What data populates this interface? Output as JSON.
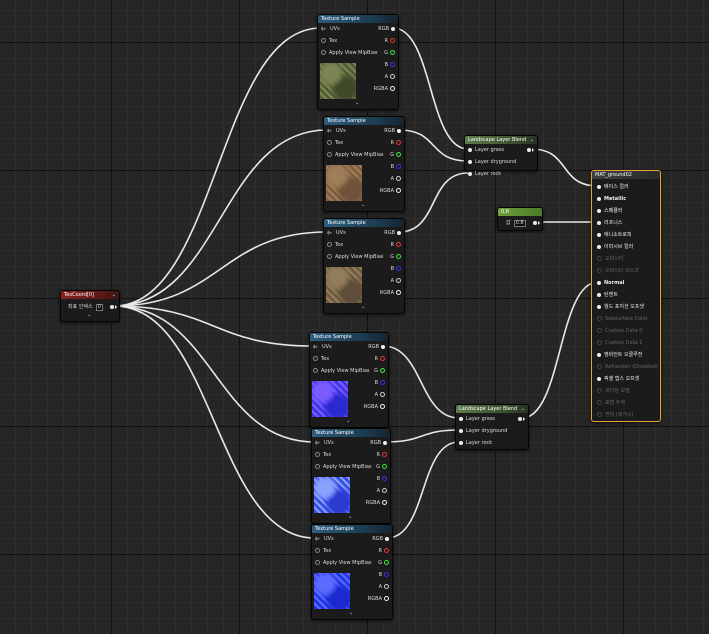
{
  "texture_samples": [
    {
      "title": "Texture Sample",
      "pins_in": [
        "UVs",
        "Tex",
        "Apply View MipBias"
      ],
      "pins_out": [
        "RGB",
        "R",
        "G",
        "B",
        "A",
        "RGBA"
      ],
      "thumb": "moss-rock",
      "colors": [
        "#5c6a3e",
        "#7c8451",
        "#3f4a2b"
      ]
    },
    {
      "title": "Texture Sample",
      "pins_in": [
        "UVs",
        "Tex",
        "Apply View MipBias"
      ],
      "pins_out": [
        "RGB",
        "R",
        "G",
        "B",
        "A",
        "RGBA"
      ],
      "thumb": "dirt-brown",
      "colors": [
        "#8a6a46",
        "#9e7e58",
        "#6e523a"
      ]
    },
    {
      "title": "Texture Sample",
      "pins_in": [
        "UVs",
        "Tex",
        "Apply View MipBias"
      ],
      "pins_out": [
        "RGB",
        "R",
        "G",
        "B",
        "A",
        "RGBA"
      ],
      "thumb": "rock-gravel",
      "colors": [
        "#7a6648",
        "#937c5c",
        "#5e4d38"
      ]
    },
    {
      "title": "Texture Sample",
      "pins_in": [
        "UVs",
        "Tex",
        "Apply View MipBias"
      ],
      "pins_out": [
        "RGB",
        "R",
        "G",
        "B",
        "A",
        "RGBA"
      ],
      "thumb": "normal-map",
      "colors": [
        "#4a3cf0",
        "#7a5cff",
        "#2a2ad0"
      ]
    },
    {
      "title": "Texture Sample",
      "pins_in": [
        "UVs",
        "Tex",
        "Apply View MipBias"
      ],
      "pins_out": [
        "RGB",
        "R",
        "G",
        "B",
        "A",
        "RGBA"
      ],
      "thumb": "normal-map",
      "colors": [
        "#3a5cf0",
        "#8aa0ff",
        "#2a3ad0"
      ]
    },
    {
      "title": "Texture Sample",
      "pins_in": [
        "UVs",
        "Tex",
        "Apply View MipBias"
      ],
      "pins_out": [
        "RGB",
        "R",
        "G",
        "B",
        "A",
        "RGBA"
      ],
      "thumb": "normal-map",
      "colors": [
        "#2a3cf0",
        "#5a6cff",
        "#1a2ad0"
      ]
    }
  ],
  "blends": [
    {
      "title": "Landscape Layer Blend",
      "pins": [
        "Layer grass",
        "Layer dryground",
        "Layer rock"
      ]
    },
    {
      "title": "Landscape Layer Blend",
      "pins": [
        "Layer grass",
        "Layer dryground",
        "Layer rock"
      ]
    }
  ],
  "texcoord": {
    "title": "TexCoord[0]",
    "label": "좌표 인덱스",
    "value": "0"
  },
  "scalar": {
    "title": "0.8",
    "label": "값",
    "value": "0.8"
  },
  "material": {
    "title": "MAT_ground02",
    "pins": [
      {
        "label": "베이스 컬러",
        "on": true
      },
      {
        "label": "Metallic",
        "on": true
      },
      {
        "label": "스페큘러",
        "on": true
      },
      {
        "label": "러프니스",
        "on": true
      },
      {
        "label": "애니소트로피",
        "on": true
      },
      {
        "label": "이미시브 컬러",
        "on": true
      },
      {
        "label": "오파시티",
        "on": false
      },
      {
        "label": "오파시티 마스크",
        "on": false
      },
      {
        "label": "Normal",
        "on": true
      },
      {
        "label": "탄젠트",
        "on": true
      },
      {
        "label": "월드 포지션 오프셋",
        "on": true
      },
      {
        "label": "Subsurface Color",
        "on": false
      },
      {
        "label": "Custom Data 0",
        "on": false
      },
      {
        "label": "Custom Data 1",
        "on": false
      },
      {
        "label": "앰비언트 오클루전",
        "on": true
      },
      {
        "label": "Refraction (Disabled)",
        "on": false
      },
      {
        "label": "픽셀 뎁스 오프셋",
        "on": true
      },
      {
        "label": "셰이딩 모델",
        "on": false
      },
      {
        "label": "표면 두께",
        "on": false
      },
      {
        "label": "변위 (레거시)",
        "on": false
      }
    ]
  },
  "chevron": "⌄"
}
